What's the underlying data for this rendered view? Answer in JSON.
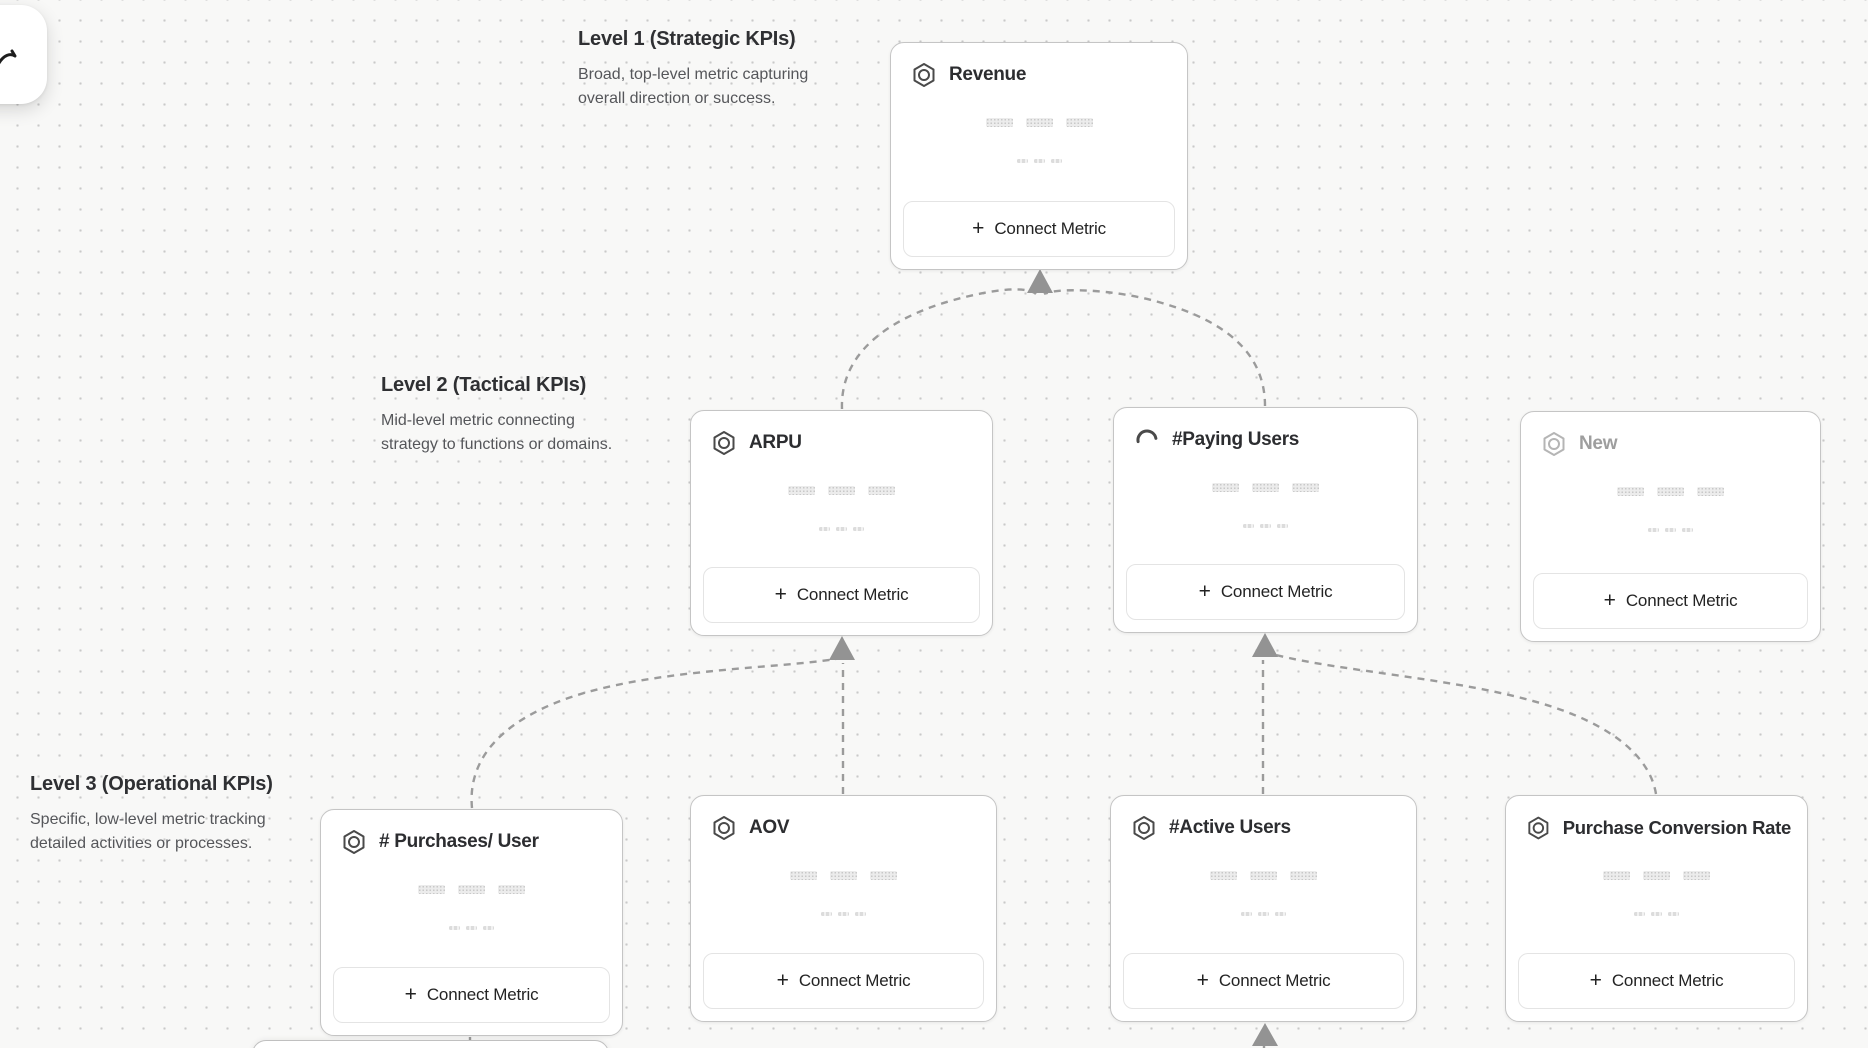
{
  "ui": {
    "connect_label": "Connect Metric",
    "plus": "+"
  },
  "colors": {
    "canvas_bg": "#f8f8f7",
    "connector": "#9b9b9b",
    "muted_card_text": "#9e9e9e"
  },
  "levels": [
    {
      "title": "Level 1 (Strategic KPIs)",
      "description_lines": [
        "Broad, top-level metric capturing",
        "overall direction or success."
      ]
    },
    {
      "title": "Level 2 (Tactical KPIs)",
      "description_lines": [
        "Mid-level metric connecting",
        "strategy to functions or domains."
      ]
    },
    {
      "title": "Level 3 (Operational KPIs)",
      "description_lines": [
        "Specific, low-level metric tracking",
        "detailed activities or processes."
      ]
    }
  ],
  "cards": [
    {
      "title": "Revenue",
      "icon": "metric-hexagon-icon",
      "state": "default"
    },
    {
      "title": "ARPU",
      "icon": "metric-hexagon-icon",
      "state": "default"
    },
    {
      "title": "#Paying Users",
      "icon": "loading-spinner-icon",
      "state": "loading"
    },
    {
      "title": "New",
      "icon": "metric-hexagon-icon",
      "state": "draft"
    },
    {
      "title": "# Purchases/ User",
      "icon": "metric-hexagon-icon",
      "state": "default"
    },
    {
      "title": "AOV",
      "icon": "metric-hexagon-icon",
      "state": "default"
    },
    {
      "title": "#Active Users",
      "icon": "metric-hexagon-icon",
      "state": "default"
    },
    {
      "title": "Purchase Conversion Rate",
      "icon": "metric-hexagon-icon",
      "state": "default"
    }
  ]
}
